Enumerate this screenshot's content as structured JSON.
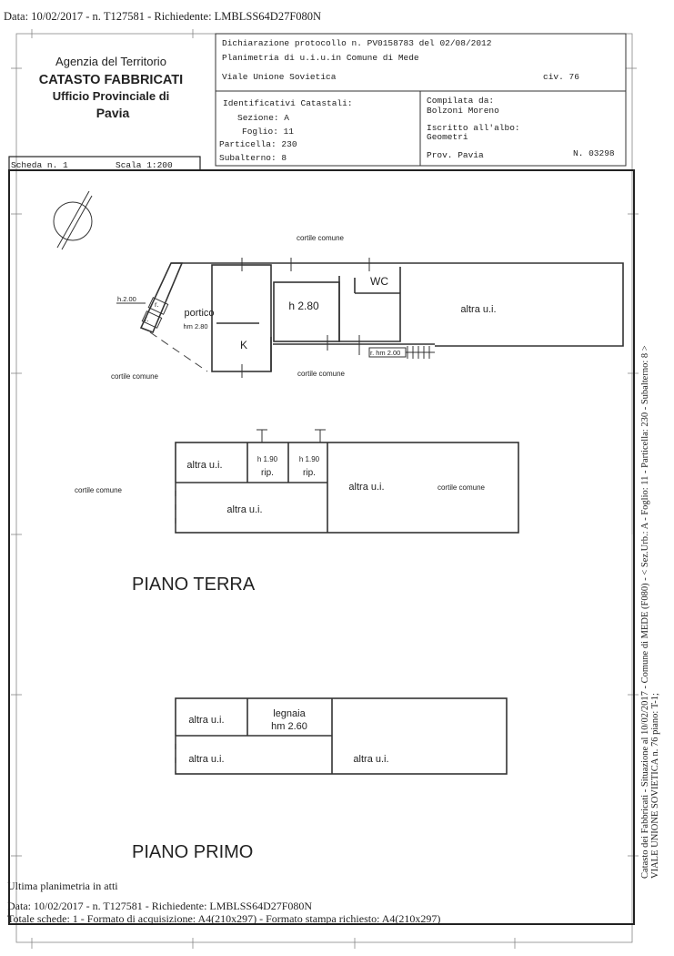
{
  "top_line": "Data: 10/02/2017 - n. T127581 - Richiedente: LMBLSS64D27F080N",
  "agency": {
    "line1": "Agenzia del Territorio",
    "line2": "CATASTO FABBRICATI",
    "line3": "Ufficio Provinciale di",
    "line4": "Pavia"
  },
  "header": {
    "dichiarazione": "Dichiarazione protocollo n. PV0158783 del  02/08/2012",
    "planimetria": "Planimetria di u.i.u.in Comune di Mede",
    "address": "Viale Unione Sovietica",
    "civ": "civ. 76",
    "identificativi_label": "Identificativi Catastali:",
    "sezione": "Sezione: A",
    "foglio": "Foglio: 11",
    "particella": "Particella: 230",
    "subalterno": "Subalterno: 8",
    "compilata_label": "Compilata da:",
    "compilata_name": "Bolzoni Moreno",
    "iscritto_label": "Iscritto all'albo:",
    "iscritto_value": "Geometri",
    "prov": "Prov. Pavia",
    "numero": "N. 03298"
  },
  "scheda": {
    "scheda": "Scheda n. 1",
    "scala": "Scala 1:200"
  },
  "plan": {
    "ground_floor_title": "PIANO TERRA",
    "first_floor_title": "PIANO PRIMO",
    "labels": {
      "cortile_top": "cortile comune",
      "cortile_left": "cortile comune",
      "cortile_bottom": "cortile comune",
      "cortile_mid_left": "cortile comune",
      "cortile_mid_right": "cortile comune",
      "wc": "WC",
      "h280": "h 2.80",
      "altra_ui_top": "altra u.i.",
      "portico": "portico",
      "portico_h": "hm 2.80",
      "h200": "h.2.00",
      "r1": "r.",
      "r2": "r.",
      "k": "K",
      "r_hm": "r. hm 2.00",
      "altra_ui_g1": "altra u.i.",
      "rip1_h": "h 1.90",
      "rip1": "rip.",
      "rip2_h": "h 1.90",
      "rip2": "rip.",
      "altra_ui_g2": "altra u.i.",
      "altra_ui_g3": "altra u.i.",
      "altra_ui_p1": "altra u.i.",
      "legnaia": "legnaia",
      "legnaia_h": "hm 2.60",
      "altra_ui_p2": "altra u.i.",
      "altra_ui_p3": "altra u.i."
    }
  },
  "side_text": {
    "line1": "Catasto dei Fabbricati - Situazione al 10/02/2017 - Comune di MEDE (F080) - < Sez.Urb.: A - Foglio: 11 - Particella: 230 - Subalterno: 8 >",
    "line2": "VIALE UNIONE SOVIETICA n. 76 piano: T-1;"
  },
  "footer": {
    "ultima": "Ultima planimetria in atti",
    "data": "Data: 10/02/2017 - n. T127581 - Richiedente: LMBLSS64D27F080N",
    "totale": "Totale schede: 1 - Formato di acquisizione: A4(210x297)  - Formato stampa richiesto: A4(210x297)"
  }
}
